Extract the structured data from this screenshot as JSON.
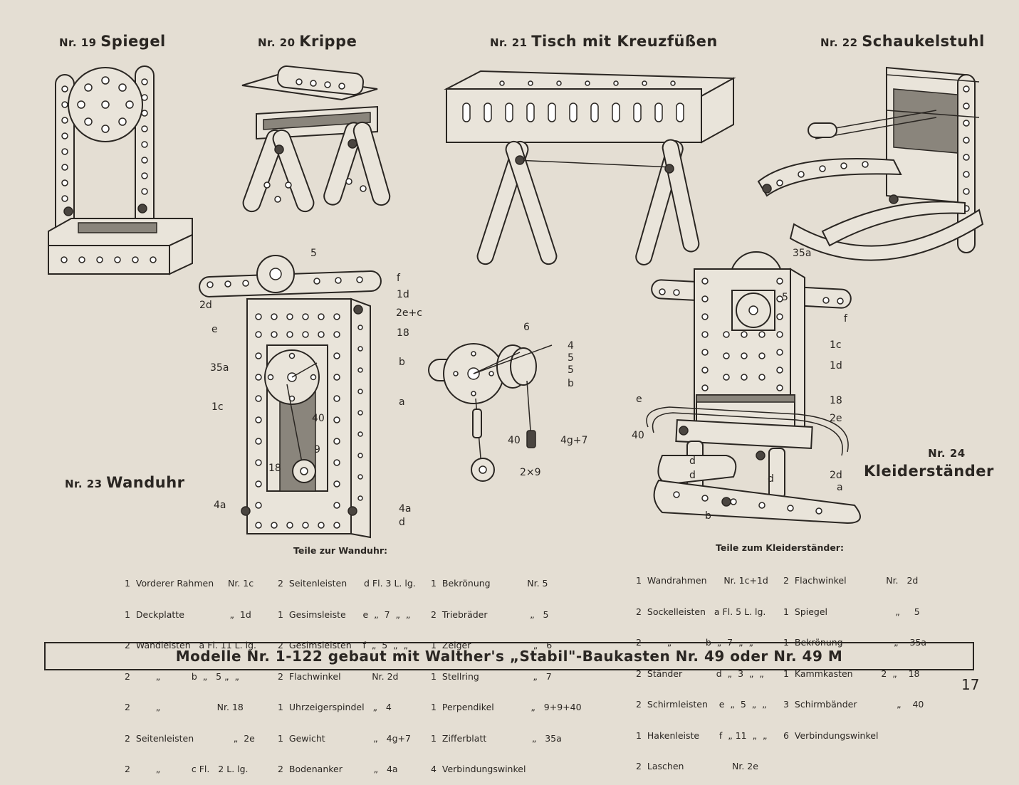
{
  "models": {
    "m19": {
      "nr": "Nr. 19",
      "name": "Spiegel"
    },
    "m20": {
      "nr": "Nr. 20",
      "name": "Krippe"
    },
    "m21": {
      "nr": "Nr. 21",
      "name": "Tisch mit Kreuzfüßen"
    },
    "m22": {
      "nr": "Nr. 22",
      "name": "Schaukelstuhl"
    },
    "m23": {
      "nr": "Nr. 23",
      "name": "Wanduhr"
    },
    "m24": {
      "nr": "Nr. 24",
      "name": "Kleiderständer"
    }
  },
  "wanduhr_labels": {
    "l5": "5",
    "lf": "f",
    "l1d": "1d",
    "l2d": "2d",
    "l2ec": "2e+c",
    "le": "e",
    "l18a": "18",
    "l35a": "35a",
    "lb": "b",
    "l1c": "1c",
    "la": "a",
    "l40": "40",
    "l9": "9",
    "l18b": "18",
    "l4a_left": "4a",
    "l4a_right": "4a",
    "ld": "d"
  },
  "detail_labels": {
    "l6": "6",
    "l4": "4",
    "l5a": "5",
    "l5b": "5",
    "lb": "b",
    "l40": "40",
    "l4g7": "4g+7",
    "l2x9": "2×9"
  },
  "kleider_labels": {
    "l35a": "35a",
    "l5": "5",
    "lf": "f",
    "l1c": "1c",
    "l1d": "1d",
    "l18": "18",
    "le": "e",
    "l2e": "2e",
    "l40": "40",
    "ld1": "d",
    "ld2": "d",
    "ld3": "d",
    "l2d": "2d",
    "la": "a",
    "lb": "b"
  },
  "parts_wanduhr": {
    "title": "Teile zur Wanduhr:",
    "col1": [
      "1  Vorderer Rahmen     Nr. 1c",
      "1  Deckplatte                „  1d",
      "2  Wandleisten   a Fl. 11 L. lg.",
      "2         „           b  „   5 „  „",
      "2         „                    Nr. 18",
      "2  Seitenleisten              „  2e",
      "2         „           c Fl.   2 L. lg."
    ],
    "col2": [
      "2  Seitenleisten      d Fl. 3 L. lg.",
      "1  Gesimsleiste      e  „  7  „  „",
      "2  Gesimsleisten    f  „  5  „  „",
      "2  Flachwinkel           Nr. 2d",
      "1  Uhrzeigerspindel   „   4",
      "1  Gewicht                 „   4g+7",
      "2  Bodenanker           „   4a"
    ],
    "col3": [
      "1  Bekrönung             Nr. 5",
      "2  Triebräder               „   5",
      "1  Zeiger                      „   6",
      "1  Stellring                   „   7",
      "1  Perpendikel             „   9+9+40",
      "1  Zifferblatt                „   35a",
      "4  Verbindungswinkel"
    ]
  },
  "parts_kleider": {
    "title": "Teile zum Kleiderständer:",
    "col1": [
      "1  Wandrahmen      Nr. 1c+1d",
      "2  Sockelleisten   a Fl. 5 L. lg.",
      "2         „            b  „  7  „  „",
      "2  Ständer            d  „  3  „  „",
      "2  Schirmleisten    e  „  5  „  „",
      "1  Hakenleiste       f  „ 11  „  „",
      "2  Laschen                 Nr. 2e"
    ],
    "col2": [
      "2  Flachwinkel              Nr.   2d",
      "1  Spiegel                        „     5",
      "1  Bekrönung                  „    35a",
      "1  Kammkasten          2  „    18",
      "3  Schirmbänder              „    40",
      "6  Verbindungswinkel"
    ]
  },
  "banner": "Modelle Nr. 1-122 gebaut mit Walther's „Stabil\"-Baukasten Nr. 49 oder Nr. 49 M",
  "page_number": "17"
}
